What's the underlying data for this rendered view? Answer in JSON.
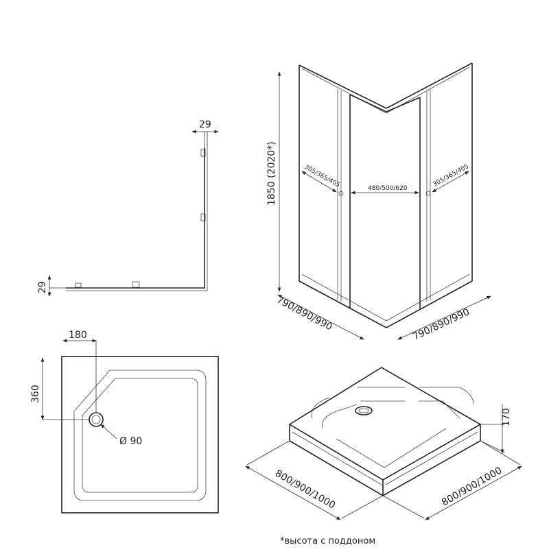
{
  "plan_view": {
    "profile_dim_top": "29",
    "profile_dim_left": "29"
  },
  "enclosure": {
    "height": "1850 (2020*)",
    "left_opening": "305/365/405",
    "door_width": "480/500/620",
    "right_opening": "305/365/405",
    "left_width": "790/890/990",
    "right_width": "790/890/990"
  },
  "tray_top": {
    "drain_offset_x": "180",
    "drain_offset_y": "360",
    "drain_diameter": "Ø 90"
  },
  "tray_iso": {
    "height": "170",
    "left_size": "800/900/1000",
    "right_size": "800/900/1000"
  },
  "footnote": "*высота с поддоном",
  "colors": {
    "line": "#222222",
    "background": "#ffffff"
  }
}
